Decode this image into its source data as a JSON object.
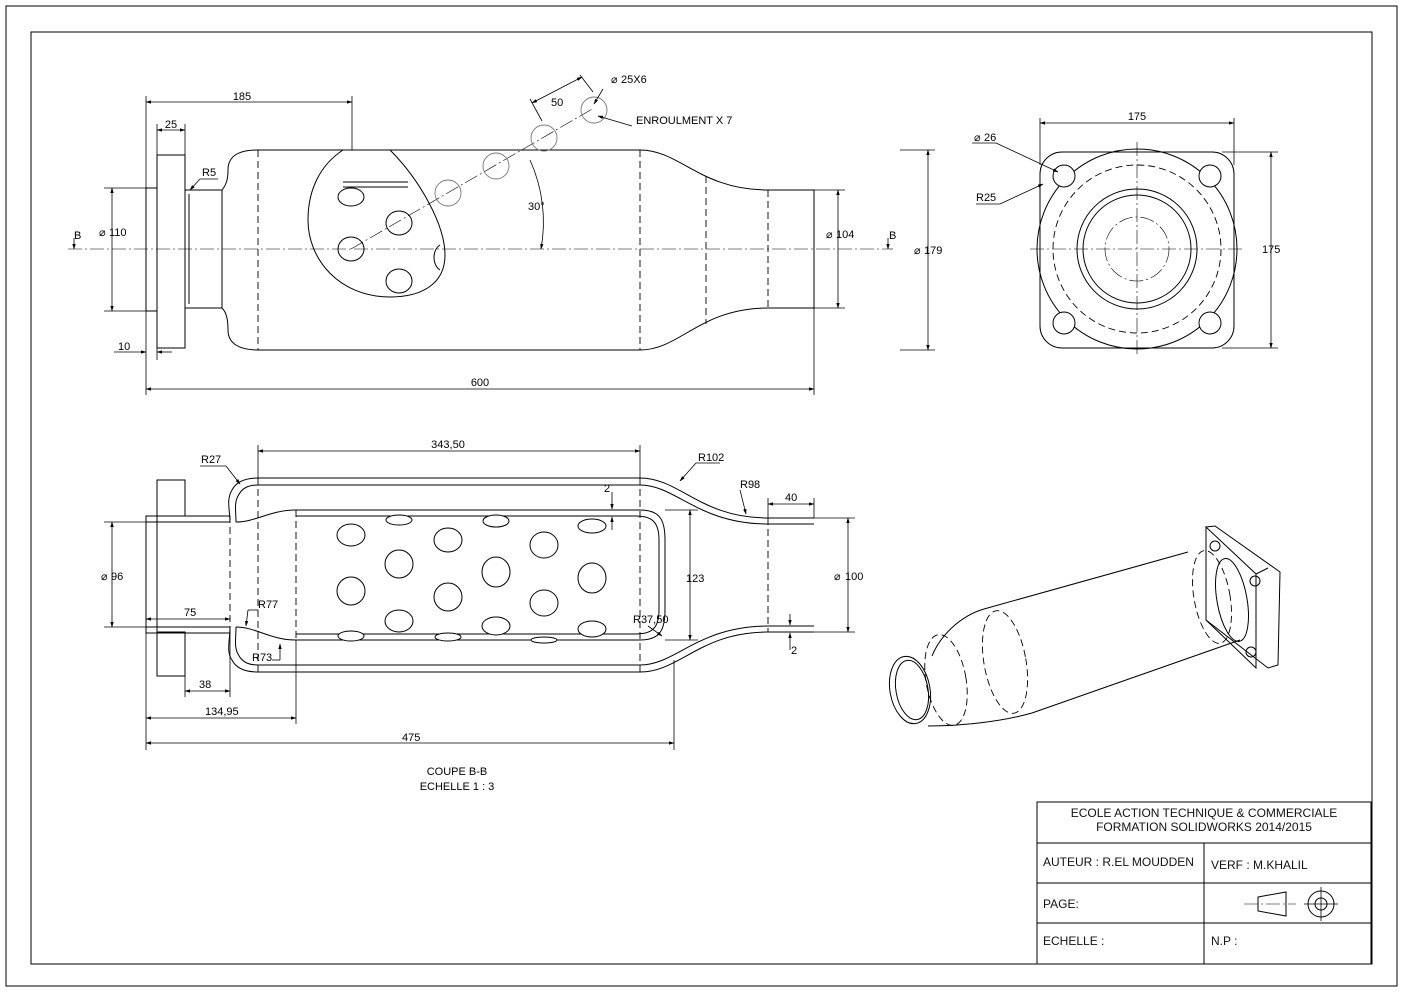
{
  "views": {
    "section": {
      "title": "COUPE B-B",
      "scale": "ECHELLE 1 : 3"
    },
    "section_marker": "B"
  },
  "dimensions": {
    "front": {
      "d185": "185",
      "d25": "25",
      "r5": "R5",
      "phi110": "110",
      "d10": "10",
      "d600": "600",
      "d50": "50",
      "holes": "25X6",
      "enroulment": "ENROULMENT X 7",
      "angle": "30°",
      "phi104": "104",
      "phi179": "179"
    },
    "side": {
      "d175_top": "175",
      "phi26": "26",
      "r25": "R25",
      "d175_side": "175"
    },
    "section": {
      "d343": "343,50",
      "r27": "R27",
      "r102": "R102",
      "r98": "R98",
      "d40": "40",
      "d2_top": "2",
      "phi96": "96",
      "d123": "123",
      "phi100": "100",
      "d75": "75",
      "r77": "R77",
      "r3750": "R37,50",
      "r73": "R73",
      "d2_bottom": "2",
      "d38": "38",
      "d13495": "134,95",
      "d475": "475"
    }
  },
  "title_block": {
    "school_line1": "ECOLE ACTION TECHNIQUE & COMMERCIALE",
    "school_line2": "FORMATION  SOLIDWORKS 2014/2015",
    "author": "AUTEUR :  R.EL MOUDDEN",
    "verifier": "VERF : M.KHALIL",
    "page": "PAGE:",
    "scale": "ECHELLE :",
    "np": "N.P :",
    "projection_symbol": "first-angle-projection-icon"
  }
}
